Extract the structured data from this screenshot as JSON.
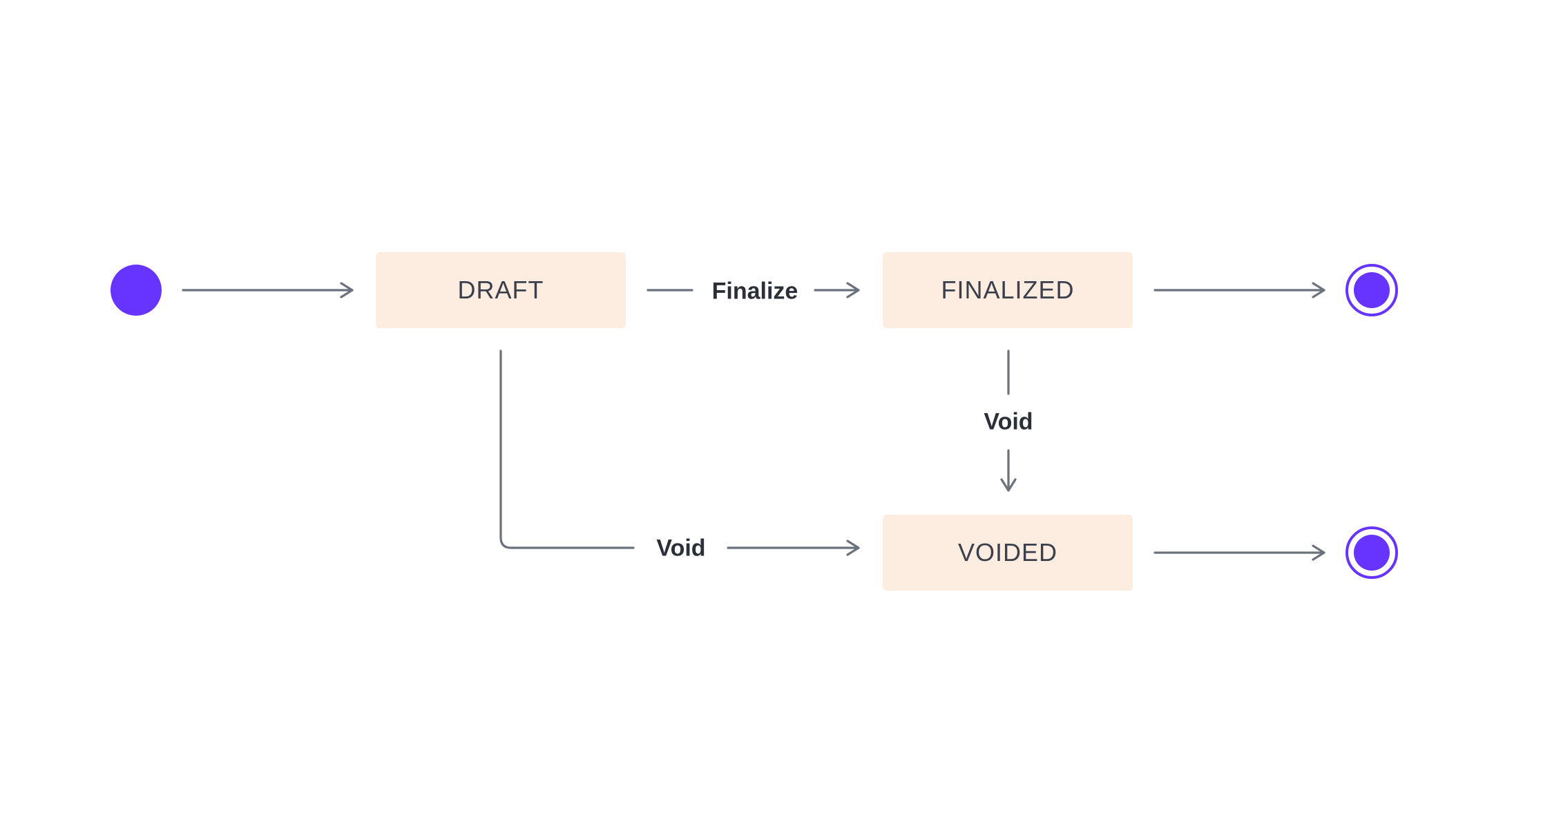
{
  "colors": {
    "background": "#ffffff",
    "state_fill": "#fdece0",
    "state_text": "#3a3f4b",
    "edge": "#6b717c",
    "edge_label_text": "#2b2f38",
    "node_purple": "#6633ff"
  },
  "states": {
    "draft": "DRAFT",
    "finalized": "FINALIZED",
    "voided": "VOIDED"
  },
  "transitions": {
    "draft_to_finalized": "Finalize",
    "finalized_to_voided": "Void",
    "draft_to_voided": "Void"
  },
  "nodes": {
    "initial": "initial-node",
    "final_finalized": "final-node",
    "final_voided": "final-node"
  }
}
